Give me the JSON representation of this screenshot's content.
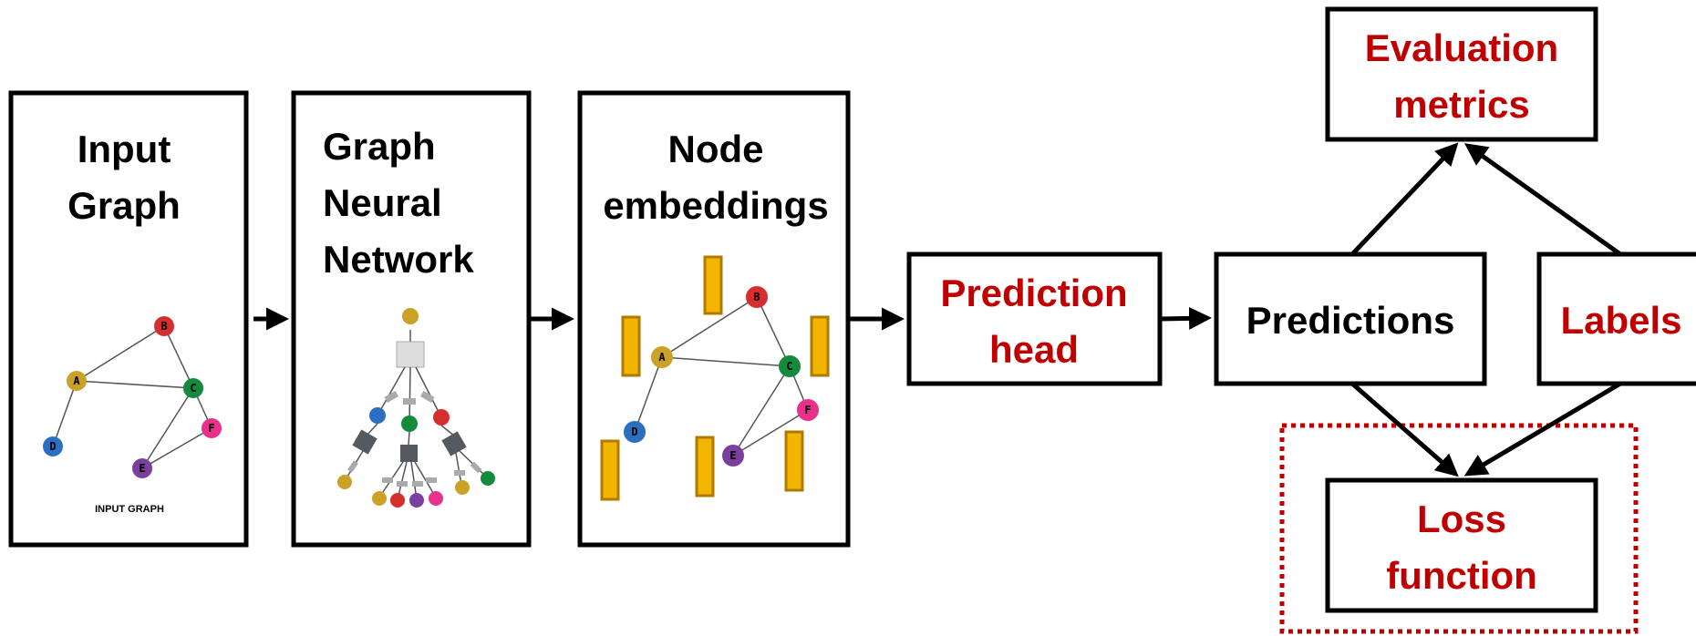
{
  "colors": {
    "accent_red": "#c00000",
    "node_A": "#c9a227",
    "node_B": "#d62e2e",
    "node_C": "#138a3c",
    "node_D": "#2a6fc0",
    "node_E": "#7b3f9e",
    "node_F": "#e8318a",
    "embedding_bar": "#f2b500"
  },
  "boxes": {
    "input_graph": {
      "line1": "Input",
      "line2": "Graph",
      "caption": "INPUT GRAPH"
    },
    "gnn": {
      "line1": "Graph",
      "line2": "Neural",
      "line3": "Network"
    },
    "node_embeddings": {
      "line1": "Node",
      "line2": "embeddings"
    },
    "prediction_head": {
      "line1": "Prediction",
      "line2": "head"
    },
    "predictions": {
      "label": "Predictions"
    },
    "labels": {
      "label": "Labels"
    },
    "evaluation_metrics": {
      "line1": "Evaluation",
      "line2": "metrics"
    },
    "loss_function": {
      "line1": "Loss",
      "line2": "function"
    }
  },
  "graph_nodes": [
    {
      "id": "A",
      "color": "#c9a227"
    },
    {
      "id": "B",
      "color": "#d62e2e"
    },
    {
      "id": "C",
      "color": "#138a3c"
    },
    {
      "id": "D",
      "color": "#2a6fc0"
    },
    {
      "id": "E",
      "color": "#7b3f9e"
    },
    {
      "id": "F",
      "color": "#e8318a"
    }
  ]
}
